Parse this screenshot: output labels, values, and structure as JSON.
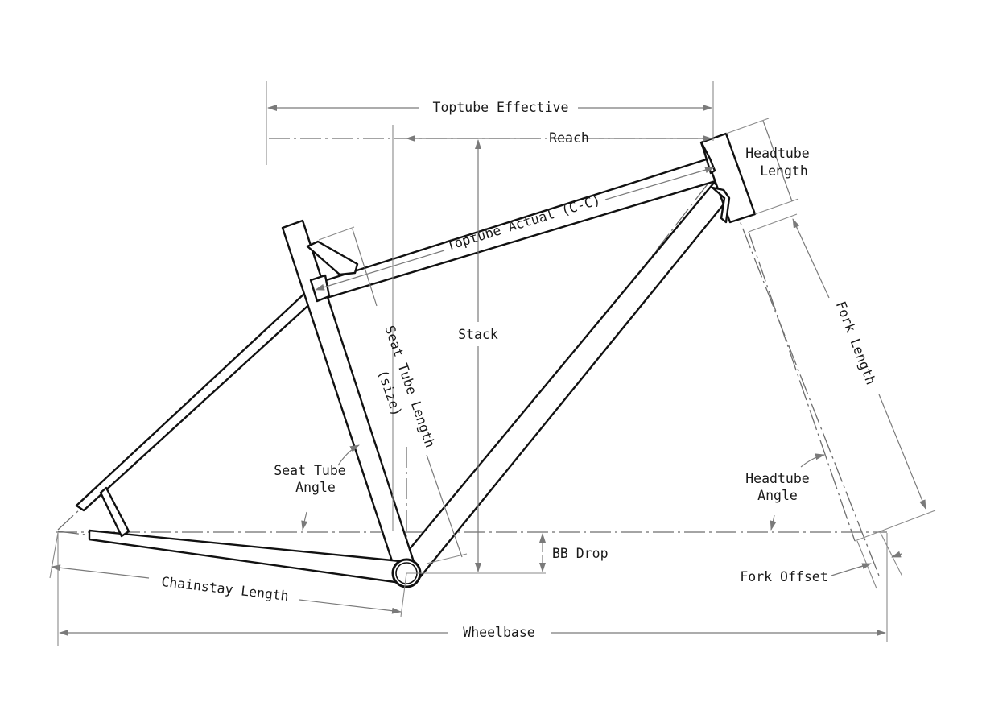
{
  "labels": {
    "toptube_effective": "Toptube Effective",
    "reach": "Reach",
    "headtube_length_1": "Headtube",
    "headtube_length_2": "Length",
    "toptube_actual": "Toptube Actual (C-C)",
    "fork_length": "Fork Length",
    "seat_tube_length_1": "Seat Tube Length",
    "seat_tube_length_2": "(size)",
    "stack": "Stack",
    "seat_tube_angle_1": "Seat Tube",
    "seat_tube_angle_2": "Angle",
    "headtube_angle_1": "Headtube",
    "headtube_angle_2": "Angle",
    "bb_drop": "BB Drop",
    "fork_offset": "Fork Offset",
    "chainstay_length": "Chainstay Length",
    "wheelbase": "Wheelbase"
  },
  "colors": {
    "frame_stroke": "#111111",
    "dimension_line": "#7a7a7a",
    "centerline": "#6e6e6e",
    "text": "#1a1a1a",
    "background": "#ffffff"
  }
}
